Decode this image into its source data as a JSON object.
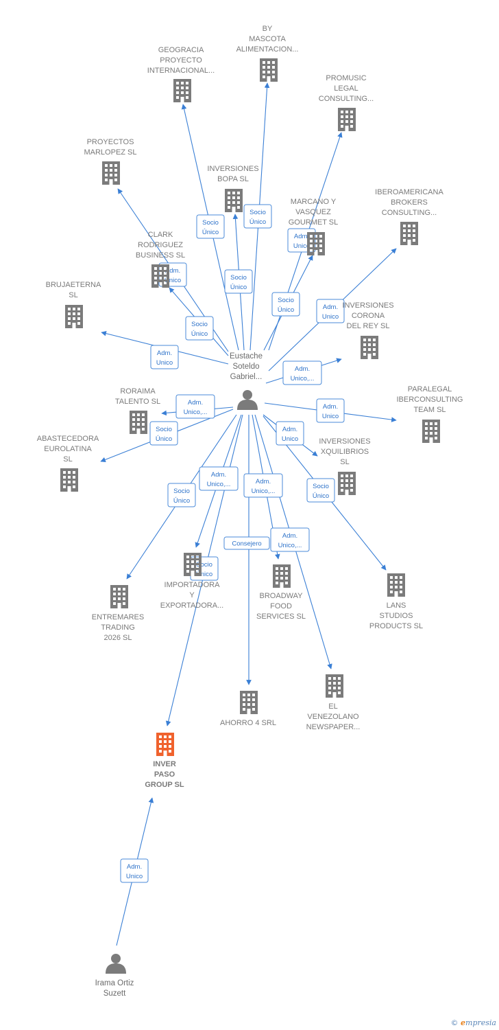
{
  "colors": {
    "edge": "#3a7fd5",
    "building": "#7b7b7b",
    "focal_building": "#f0622d",
    "person": "#7b7b7b",
    "label": "#7a7a7a"
  },
  "people": [
    {
      "id": "p1",
      "lines": [
        "Eustache",
        "Soteldo",
        "Gabriel..."
      ]
    },
    {
      "id": "p2",
      "lines": [
        "Irama Ortiz",
        "Suzett"
      ]
    }
  ],
  "companies": [
    {
      "id": "c_geogracia",
      "lines": [
        "GEOGRACIA",
        "PROYECTO",
        "INTERNACIONAL..."
      ]
    },
    {
      "id": "c_bymascota",
      "lines": [
        "BY",
        "MASCOTA",
        "ALIMENTACION..."
      ]
    },
    {
      "id": "c_promusic",
      "lines": [
        "PROMUSIC",
        "LEGAL",
        "CONSULTING..."
      ]
    },
    {
      "id": "c_marlopez",
      "lines": [
        "PROYECTOS",
        "MARLOPEZ  SL"
      ]
    },
    {
      "id": "c_bopa",
      "lines": [
        "INVERSIONES",
        "BOPA  SL"
      ]
    },
    {
      "id": "c_marcano",
      "lines": [
        "MARCANO  Y",
        "VASQUEZ",
        "GOURMET  SL"
      ]
    },
    {
      "id": "c_iberoamericana",
      "lines": [
        "IBEROAMERICANA",
        "BROKERS",
        "CONSULTING..."
      ]
    },
    {
      "id": "c_clark",
      "lines": [
        "CLARK",
        "RODRIGUEZ",
        "BUSINESS  SL"
      ]
    },
    {
      "id": "c_brujaeterna",
      "lines": [
        "BRUJAETERNA",
        "SL"
      ]
    },
    {
      "id": "c_corona",
      "lines": [
        "INVERSIONES",
        "CORONA",
        "DEL REY  SL"
      ]
    },
    {
      "id": "c_roraima",
      "lines": [
        "RORAIMA",
        "TALENTO  SL"
      ]
    },
    {
      "id": "c_paralegal",
      "lines": [
        "PARALEGAL",
        "IBERCONSULTING",
        "TEAM  SL"
      ]
    },
    {
      "id": "c_abastecedora",
      "lines": [
        "ABASTECEDORA",
        "EUROLATINA",
        "SL"
      ]
    },
    {
      "id": "c_xquilibrios",
      "lines": [
        "INVERSIONES",
        "XQUILIBRIOS",
        "SL"
      ]
    },
    {
      "id": "c_importadora",
      "lines": [
        "IMPORTADORA",
        "Y",
        "EXPORTADORA..."
      ]
    },
    {
      "id": "c_broadway",
      "lines": [
        "BROADWAY",
        "FOOD",
        "SERVICES  SL"
      ]
    },
    {
      "id": "c_entremares",
      "lines": [
        "ENTREMARES",
        "TRADING",
        "2026  SL"
      ]
    },
    {
      "id": "c_lans",
      "lines": [
        "LANS",
        "STUDIOS",
        "PRODUCTS  SL"
      ]
    },
    {
      "id": "c_ahorro",
      "lines": [
        "AHORRO 4 SRL"
      ]
    },
    {
      "id": "c_venezolano",
      "lines": [
        "EL",
        "VENEZOLANO",
        "NEWSPAPER..."
      ]
    },
    {
      "id": "c_inverpaso",
      "lines": [
        "INVER",
        "PASO",
        "GROUP  SL"
      ],
      "focal": true
    }
  ],
  "edges": [
    {
      "from": "p1",
      "to": "c_geogracia",
      "role": [
        "Socio",
        "Único"
      ]
    },
    {
      "from": "p1",
      "to": "c_bymascota",
      "role": [
        "Socio",
        "Único"
      ]
    },
    {
      "from": "p1",
      "to": "c_bopa",
      "role": [
        "Socio",
        "Único"
      ]
    },
    {
      "from": "p1",
      "to": "c_promusic",
      "role": [
        "Adm.",
        "Unico"
      ]
    },
    {
      "from": "p1",
      "to": "c_marcano",
      "role": [
        "Socio",
        "Único"
      ]
    },
    {
      "from": "p1",
      "to": "c_iberoamericana",
      "role": [
        "Adm.",
        "Unico"
      ]
    },
    {
      "from": "p1",
      "to": "c_clark",
      "role": [
        "Adm.",
        "Unico"
      ]
    },
    {
      "from": "p1",
      "to": "c_marlopez",
      "role": [
        "Socio",
        "Único"
      ]
    },
    {
      "from": "p1",
      "to": "c_brujaeterna",
      "role": [
        "Adm.",
        "Unico"
      ]
    },
    {
      "from": "p1",
      "to": "c_corona",
      "role": [
        "Adm.",
        "Unico,..."
      ]
    },
    {
      "from": "p1",
      "to": "c_roraima",
      "role": [
        "Adm.",
        "Unico,..."
      ]
    },
    {
      "from": "p1",
      "to": "c_paralegal",
      "role": [
        "Adm.",
        "Unico"
      ]
    },
    {
      "from": "p1",
      "to": "c_abastecedora",
      "role": [
        "Socio",
        "Único"
      ]
    },
    {
      "from": "p1",
      "to": "c_xquilibrios",
      "role": [
        "Adm.",
        "Unico"
      ]
    },
    {
      "from": "p1",
      "to": "c_lans",
      "role": [
        "Socio",
        "Único"
      ]
    },
    {
      "from": "p1",
      "to": "c_entremares",
      "role": [
        "Socio",
        "Único"
      ]
    },
    {
      "from": "p1",
      "to": "c_importadora",
      "role": [
        "Adm.",
        "Unico,..."
      ]
    },
    {
      "from": "p1",
      "to": "c_broadway",
      "role": [
        "Adm.",
        "Unico,..."
      ]
    },
    {
      "from": "p1",
      "to": "c_ahorro",
      "role": [
        "Consejero"
      ]
    },
    {
      "from": "p1",
      "to": "c_venezolano",
      "role": [
        "Adm.",
        "Unico,..."
      ]
    },
    {
      "from": "p1",
      "to": "c_inverpaso",
      "role": [
        "Socio",
        "Único"
      ]
    },
    {
      "from": "p2",
      "to": "c_inverpaso",
      "role": [
        "Adm.",
        "Unico"
      ]
    }
  ],
  "branding": {
    "copyright": "©",
    "brand_first": "e",
    "brand_rest": "mpresia"
  }
}
